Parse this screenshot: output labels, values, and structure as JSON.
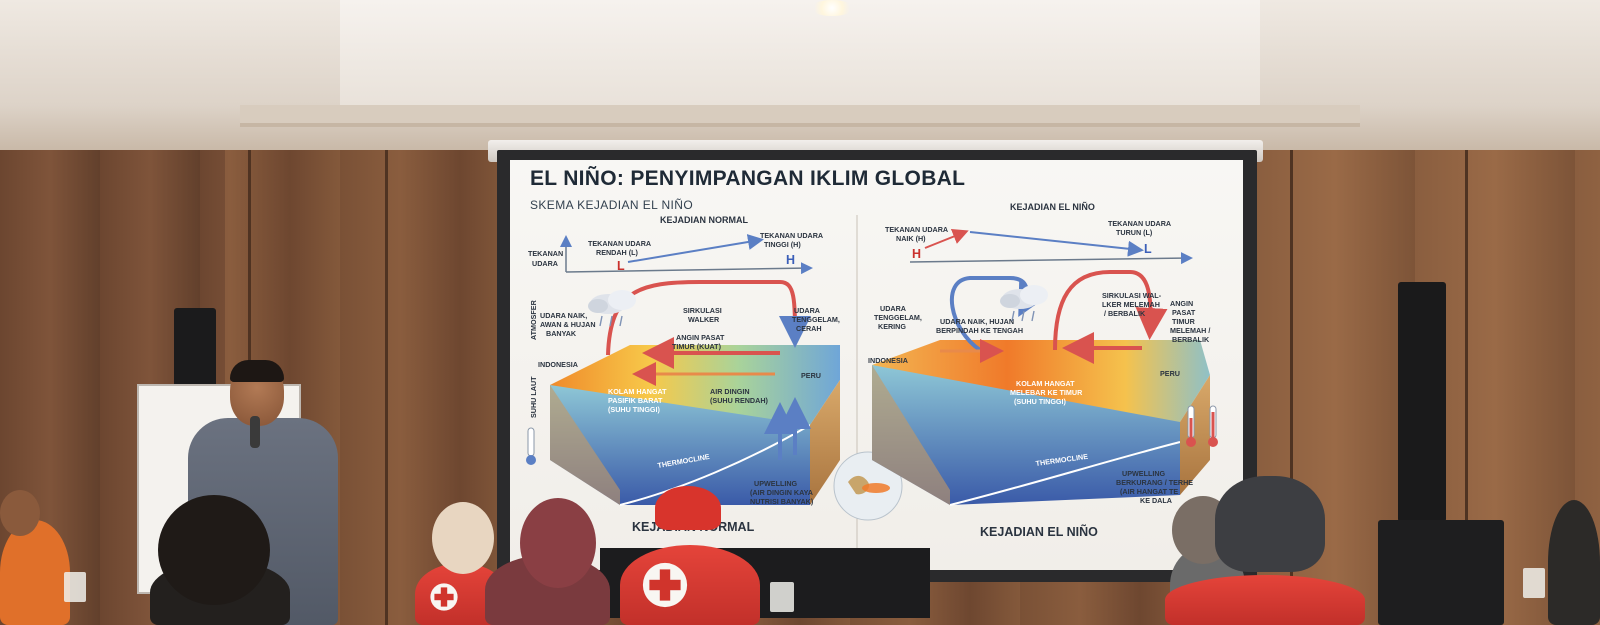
{
  "slide": {
    "title": "EL NIÑO: PENYIMPANGAN IKLIM GLOBAL",
    "subtitle": "SKEMA KEJADIAN EL NIÑO"
  },
  "left_panel": {
    "heading": "KEJADIAN NORMAL",
    "footer": "KEJADIAN NORMAL",
    "pressure_axis": [
      "TEKANAN",
      "UDARA"
    ],
    "low_pressure": [
      "TEKANAN UDARA",
      "RENDAH (L)"
    ],
    "low_mark": "L",
    "high_pressure": [
      "TEKANAN UDARA",
      "TINGGI (H)"
    ],
    "high_mark": "H",
    "atmosfer_label": "ATMOSFER",
    "suhu_label": "SUHU LAUT",
    "rising_air": [
      "UDARA NAIK,",
      "AWAN & HUJAN",
      "BANYAK"
    ],
    "walker": [
      "SIRKULASI",
      "WALKER"
    ],
    "sinking_air": [
      "UDARA",
      "TENGGELAM,",
      "CERAH"
    ],
    "trade_winds": [
      "ANGIN PASAT",
      "TIMUR (KUAT)"
    ],
    "indonesia": "INDONESIA",
    "peru": "PERU",
    "warm_pool": [
      "KOLAM HANGAT",
      "PASIFIK BARAT",
      "(SUHU TINGGI)"
    ],
    "cold_water": [
      "AIR DINGIN",
      "(SUHU RENDAH)"
    ],
    "thermocline": "THERMOCLINE",
    "upwelling": [
      "UPWELLING",
      "(AIR DINGIN KAYA",
      "NUTRISI BANYAK)"
    ]
  },
  "right_panel": {
    "heading": "KEJADIAN EL NIÑO",
    "footer": "KEJADIAN EL NIÑO",
    "high_pressure": [
      "TEKANAN UDARA",
      "NAIK (H)"
    ],
    "high_mark": "H",
    "low_pressure": [
      "TEKANAN UDARA",
      "TURUN (L)"
    ],
    "low_mark": "L",
    "sinking_air": [
      "UDARA",
      "TENGGELAM,",
      "KERING"
    ],
    "rising_air": [
      "UDARA NAIK, HUJAN",
      "BERPINDAH KE TENGAH"
    ],
    "walker": [
      "SIRKULASI WAL-",
      "LKER MELEMAH",
      "/ BERBALIK"
    ],
    "trade_winds": [
      "ANGIN",
      "PASAT",
      "TIMUR",
      "MELEMAH /",
      "BERBALIK"
    ],
    "indonesia": "INDONESIA",
    "peru": "PERU",
    "warm_pool": [
      "KOLAM HANGAT",
      "MELEBAR KE TIMUR",
      "(SUHU TINGGI)"
    ],
    "thermocline": "THERMOCLINE",
    "upwelling": [
      "UPWELLING",
      "BERKURANG / TERHE",
      "(AIR HANGAT TE",
      "KE DALA"
    ]
  },
  "colors": {
    "warm": "#f39a2c",
    "cold": "#3b5fb8",
    "arrow_red": "#d9534f",
    "arrow_blue": "#5b7fc4",
    "vest_red": "#d8382f"
  },
  "icons": [
    "cloud-rain-icon",
    "thermometer-icon",
    "globe-icon"
  ]
}
